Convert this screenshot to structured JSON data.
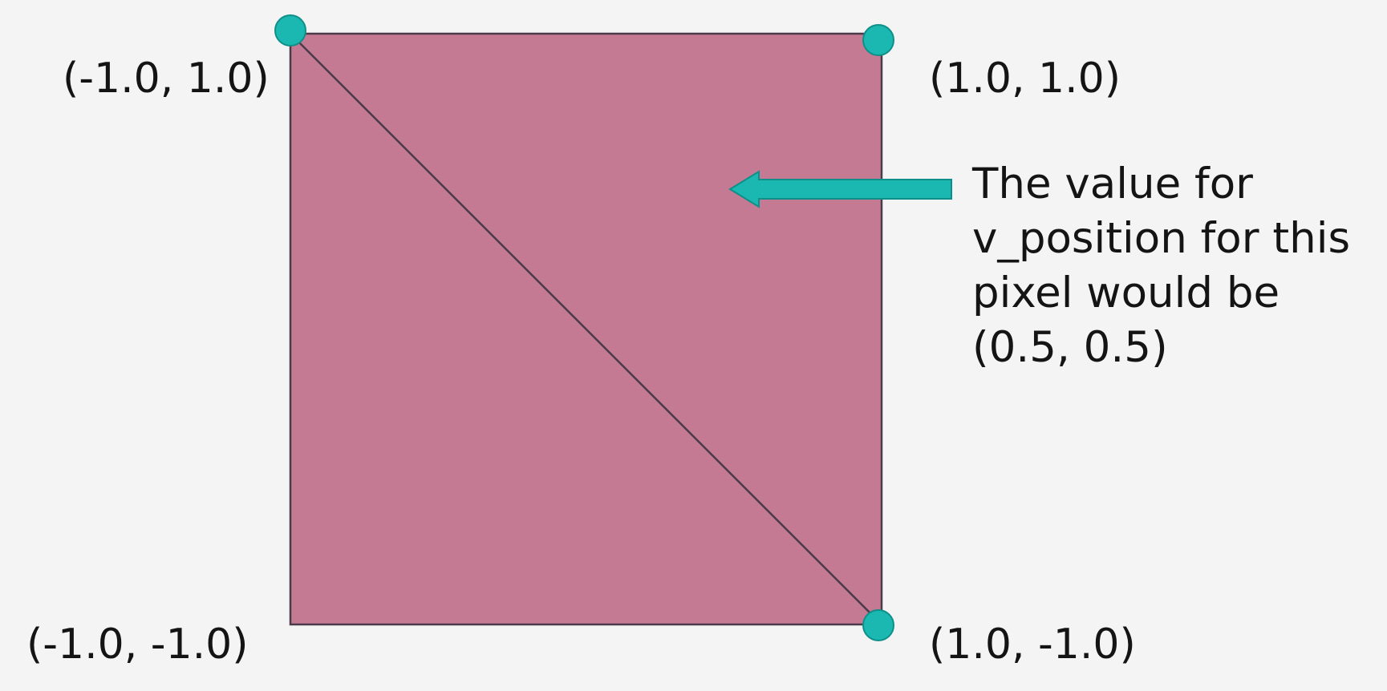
{
  "colors": {
    "background": "#f4f4f4",
    "square_fill": "#c47a93",
    "square_edge": "#4a3a4a",
    "vertex_accent": "#1ab8b0",
    "arrow_accent": "#1ab8b0",
    "text": "#141414"
  },
  "corner_labels": {
    "top_left": "(-1.0, 1.0)",
    "top_right": "(1.0, 1.0)",
    "bottom_left": "(-1.0, -1.0)",
    "bottom_right": "(1.0, -1.0)"
  },
  "annotation": {
    "lines": [
      "The value for",
      "v_position for this",
      "pixel would be",
      "(0.5, 0.5)"
    ]
  },
  "highlighted_vertices": [
    "top_left",
    "top_right",
    "bottom_right"
  ],
  "icons": {
    "vertex_marker": "circle-dot-icon",
    "pointer": "arrow-left-icon"
  }
}
